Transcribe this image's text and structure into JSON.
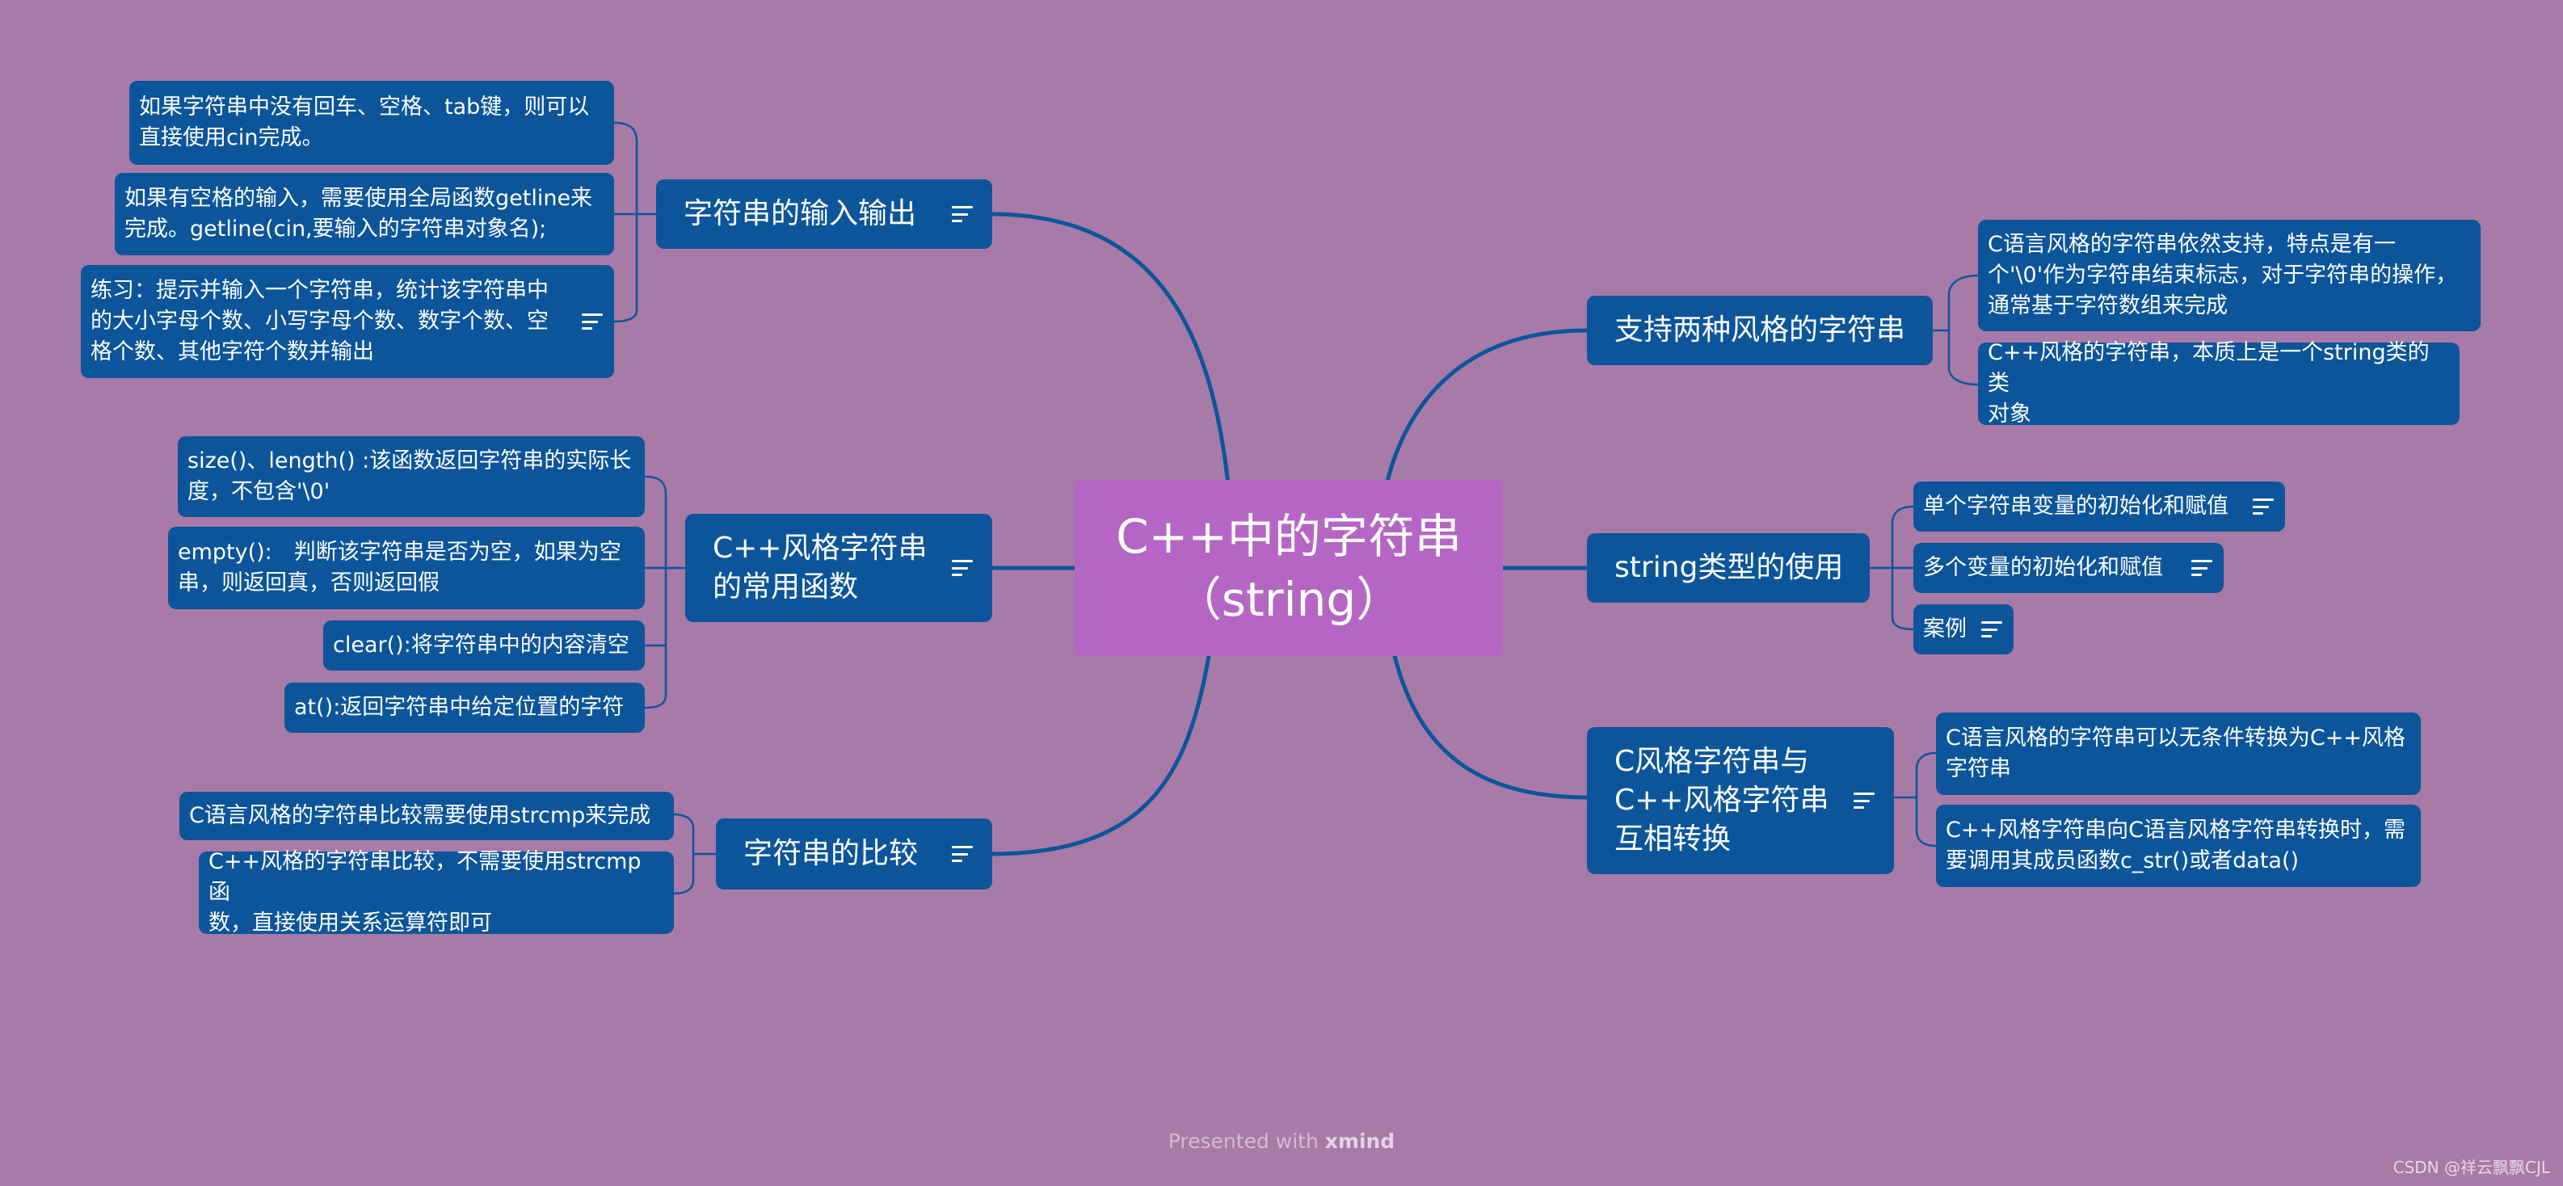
{
  "root": {
    "line1": "C++中的字符串",
    "line2": "（string）"
  },
  "branches": {
    "io": {
      "title": "字符串的输入输出",
      "items": [
        "如果字符串中没有回车、空格、tab键，则可以\n直接使用cin完成。",
        "如果有空格的输入，需要使用全局函数getline来\n完成。getline(cin,要输入的字符串对象名);",
        "练习：提示并输入一个字符串，统计该字符串中\n的大小字母个数、小写字母个数、数字个数、空\n格个数、其他字符个数并输出"
      ]
    },
    "funcs": {
      "title": "C++风格字符串\n的常用函数",
      "items": [
        "size()、length() :该函数返回字符串的实际长\n度，不包含'\\0'",
        "empty():　判断该字符串是否为空，如果为空\n串，则返回真，否则返回假",
        "clear():将字符串中的内容清空",
        "at():返回字符串中给定位置的字符"
      ]
    },
    "compare": {
      "title": "字符串的比较",
      "items": [
        "C语言风格的字符串比较需要使用strcmp来完成",
        "C++风格的字符串比较，不需要使用strcmp函\n数，直接使用关系运算符即可"
      ]
    },
    "styles": {
      "title": "支持两种风格的字符串",
      "items": [
        "C语言风格的字符串依然支持，特点是有一\n个'\\0'作为字符串结束标志，对于字符串的操作，\n通常基于字符数组来完成",
        "C++风格的字符串，本质上是一个string类的类\n对象"
      ]
    },
    "usage": {
      "title": "string类型的使用",
      "items": [
        "单个字符串变量的初始化和赋值",
        "多个变量的初始化和赋值",
        "案例"
      ]
    },
    "convert": {
      "title": "C风格字符串与\nC++风格字符串\n互相转换",
      "items": [
        "C语言风格的字符串可以无条件转换为C++风格\n字符串",
        "C++风格字符串向C语言风格字符串转换时，需\n要调用其成员函数c_str()或者data()"
      ]
    }
  },
  "footer": {
    "prefix": "Presented with",
    "brand": "xmind"
  },
  "watermark": "CSDN @祥云飘飘CJL",
  "colors": {
    "background": "#a87aa8",
    "node": "#0c559a",
    "root": "#b566c4",
    "line": "#0c559a"
  },
  "icons": {
    "note": "notes-icon"
  }
}
